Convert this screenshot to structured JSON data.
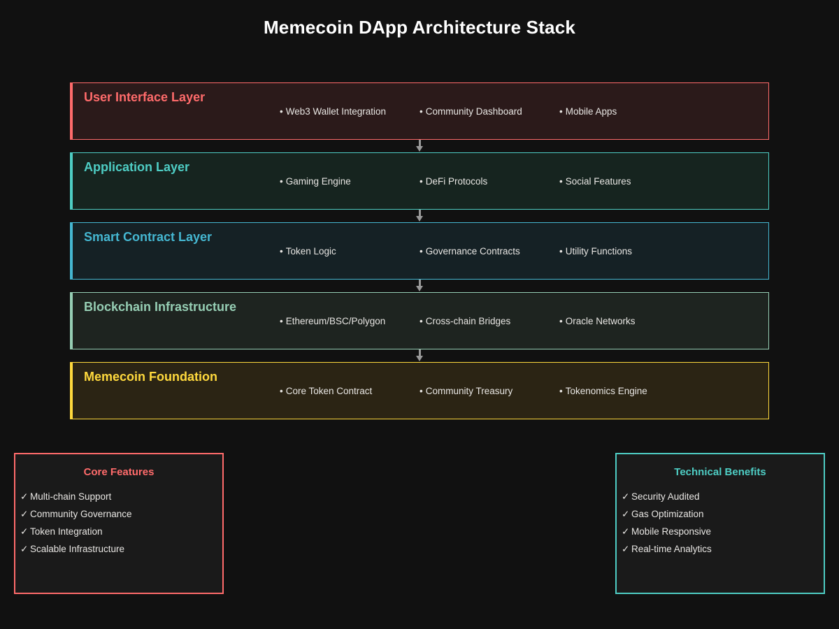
{
  "page": {
    "title": "Memecoin DApp Architecture Stack",
    "background_color": "#111111"
  },
  "stack": {
    "connector_icon": "arrow-down-icon",
    "connector_color": "#9a9a9a",
    "layers": [
      {
        "title": "User Interface Layer",
        "accent_color": "#ff6b6b",
        "fill_color": "#2b1a1a",
        "items": [
          "Web3 Wallet Integration",
          "Community Dashboard",
          "Mobile Apps"
        ]
      },
      {
        "title": "Application Layer",
        "accent_color": "#4ecdc4",
        "fill_color": "#16241f",
        "items": [
          "Gaming Engine",
          "DeFi Protocols",
          "Social Features"
        ]
      },
      {
        "title": "Smart Contract Layer",
        "accent_color": "#45b7d1",
        "fill_color": "#152125",
        "items": [
          "Token Logic",
          "Governance Contracts",
          "Utility Functions"
        ]
      },
      {
        "title": "Blockchain Infrastructure",
        "accent_color": "#96ceb4",
        "fill_color": "#1e2420",
        "items": [
          "Ethereum/BSC/Polygon",
          "Cross-chain Bridges",
          "Oracle Networks"
        ]
      },
      {
        "title": "Memecoin Foundation",
        "accent_color": "#ffd93d",
        "fill_color": "#2b2414",
        "items": [
          "Core Token Contract",
          "Community Treasury",
          "Tokenomics Engine"
        ]
      }
    ],
    "bullet_glyph": "•"
  },
  "panels": {
    "check_glyph": "✓",
    "core_features": {
      "title": "Core Features",
      "accent_color": "#ff6b6b",
      "items": [
        "Multi-chain Support",
        "Community Governance",
        "Token Integration",
        "Scalable Infrastructure"
      ]
    },
    "technical_benefits": {
      "title": "Technical Benefits",
      "accent_color": "#4ecdc4",
      "items": [
        "Security Audited",
        "Gas Optimization",
        "Mobile Responsive",
        "Real-time Analytics"
      ]
    }
  }
}
